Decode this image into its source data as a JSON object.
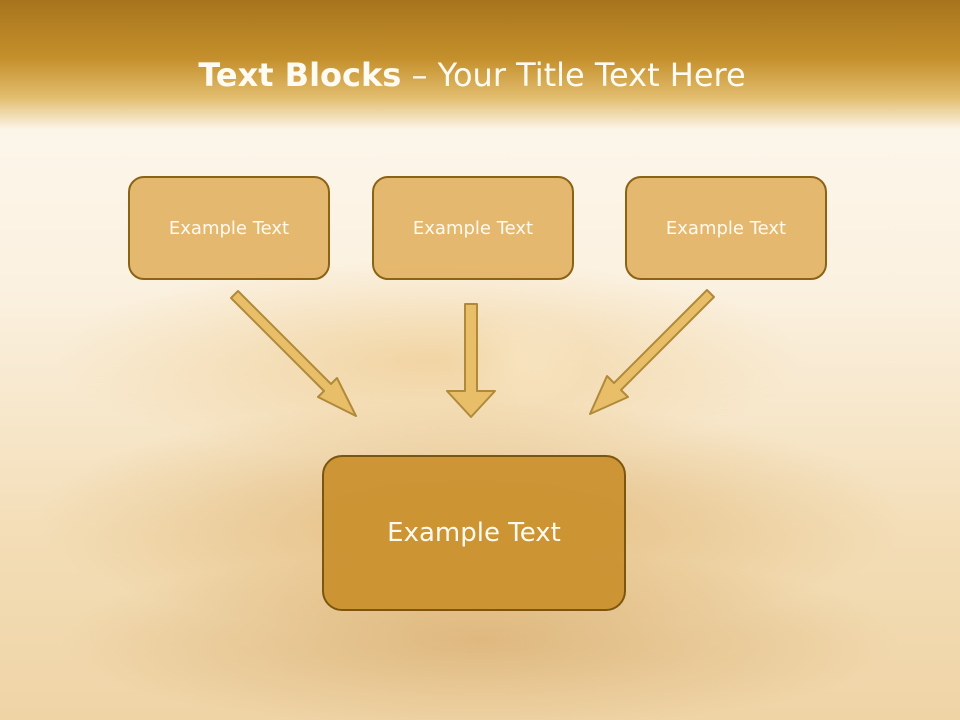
{
  "slide": {
    "title_bold": "Text Blocks",
    "title_dash": " – ",
    "title_rest": "Your Title Text Here"
  },
  "diagram": {
    "top_boxes": [
      {
        "label": "Example Text"
      },
      {
        "label": "Example Text"
      },
      {
        "label": "Example Text"
      }
    ],
    "bottom_box": {
      "label": "Example Text"
    },
    "colors": {
      "header_band": "#c4902c",
      "box_fill": "#e1af5f",
      "box_border": "#8a6414",
      "bottom_box_fill": "#cb912f",
      "arrow_fill": "#e8bf68",
      "arrow_stroke": "#b08a3a",
      "text": "#fffaf0"
    }
  }
}
